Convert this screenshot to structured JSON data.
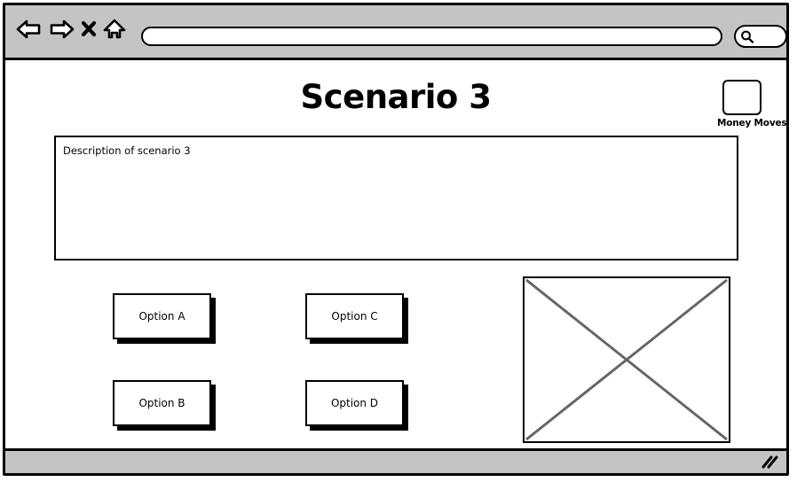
{
  "browser": {
    "toolbar": {
      "back_icon": "back-arrow-icon",
      "forward_icon": "forward-arrow-icon",
      "stop_icon": "close-x-icon",
      "home_icon": "home-icon",
      "url_value": "",
      "url_placeholder": "",
      "search_value": "",
      "search_placeholder": "",
      "search_icon": "magnifier-icon"
    },
    "status": {
      "resize_icon": "resize-grip-icon"
    }
  },
  "page": {
    "title": "Scenario 3",
    "brand": {
      "logo_icon": "logo-placeholder-icon",
      "label": "Money Moves"
    },
    "description": {
      "text": "Description of scenario 3"
    },
    "options": [
      {
        "id": "a",
        "label": "Option A"
      },
      {
        "id": "b",
        "label": "Option B"
      },
      {
        "id": "c",
        "label": "Option C"
      },
      {
        "id": "d",
        "label": "Option D"
      }
    ],
    "image": {
      "icon": "image-placeholder-icon"
    }
  },
  "colors": {
    "chrome_gray": "#c4c4c4",
    "outline_black": "#000000",
    "canvas_white": "#ffffff",
    "cross_gray": "#666666"
  }
}
